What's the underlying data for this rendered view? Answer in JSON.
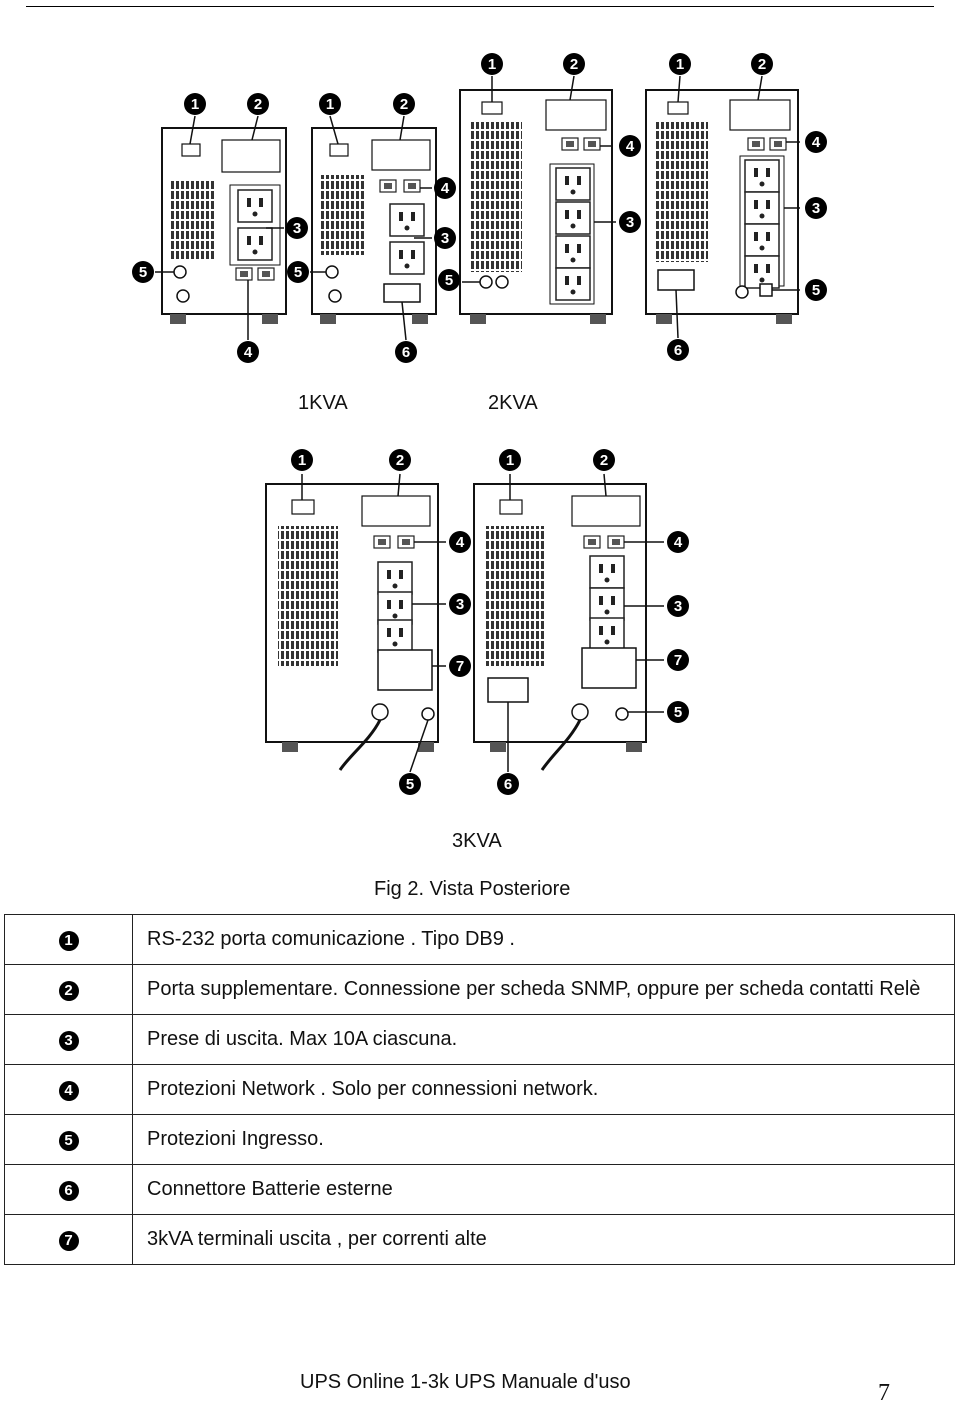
{
  "figure": {
    "panel_labels": [
      "1KVA",
      "2KVA",
      "3KVA"
    ],
    "caption": "Fig 2. Vista Posteriore"
  },
  "legend": [
    {
      "num": "1",
      "text": "RS-232 porta comunicazione . Tipo DB9 ."
    },
    {
      "num": "2",
      "text": "Porta supplementare. Connessione per scheda SNMP, oppure per scheda contatti Relè"
    },
    {
      "num": "3",
      "text": "Prese di uscita. Max 10A ciascuna."
    },
    {
      "num": "4",
      "text": "Protezioni Network . Solo per connessioni network."
    },
    {
      "num": "5",
      "text": "Protezioni Ingresso."
    },
    {
      "num": "6",
      "text": "Connettore Batterie esterne"
    },
    {
      "num": "7",
      "text": "3kVA terminali uscita , per correnti alte"
    }
  ],
  "footer": {
    "title": "UPS Online 1-3k UPS Manuale d'uso",
    "page": "7"
  }
}
